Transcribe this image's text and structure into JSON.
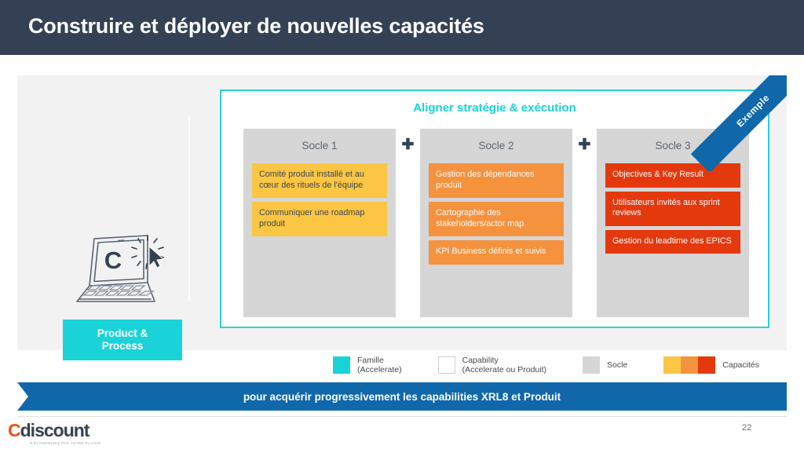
{
  "header": {
    "title": "Construire et déployer de nouvelles capacités",
    "bg_color": "#344154"
  },
  "left_panel": {
    "icon_name": "laptop-click-icon",
    "button_label_line1": "Product &",
    "button_label_line2": "Process",
    "button_color": "#19d3d9"
  },
  "main_box": {
    "heading": "Aligner stratégie & exécution",
    "border_color": "#25d3de",
    "heading_color": "#19d3d9",
    "separator": "✚",
    "columns": [
      {
        "title": "Socle 1",
        "card_color": "#fbc643",
        "cards": [
          "Comité produit installé et au cœur des rituels de l'équipe",
          "Communiquer une roadmap produit"
        ]
      },
      {
        "title": "Socle 2",
        "card_color": "#f5923e",
        "cards": [
          "Gestion des dépendances produit",
          "Cartographie des stakeholders/actor map",
          "KPI Business définis et suivis"
        ]
      },
      {
        "title": "Socle 3",
        "card_color": "#e4380d",
        "cards": [
          "Objectives & Key Result",
          "Utilisateurs invités aux sprint reviews",
          "Gestion du leadtime des EPICS"
        ]
      }
    ]
  },
  "ribbon": {
    "label": "Exemple",
    "color": "#1068ab"
  },
  "legend": {
    "items": [
      {
        "swatch": "cyan",
        "line1": "Famille",
        "line2": "(Accelerate)"
      },
      {
        "swatch": "hollow",
        "line1": "Capability",
        "line2": "(Accelerate ou Produit)"
      },
      {
        "swatch": "gray",
        "line1": "Socle",
        "line2": ""
      },
      {
        "swatch": "tri",
        "line1": "Capacités",
        "line2": ""
      }
    ]
  },
  "banner": {
    "text": "pour acquérir progressivement les capabilities XRL8 et Produit",
    "color": "#1068ab"
  },
  "footer": {
    "logo_c": "C",
    "logo_rest": "discount",
    "logo_tagline": "N'ÉCONOMISEZ PAS VOTRE PLAISIR",
    "page_number": "22"
  }
}
